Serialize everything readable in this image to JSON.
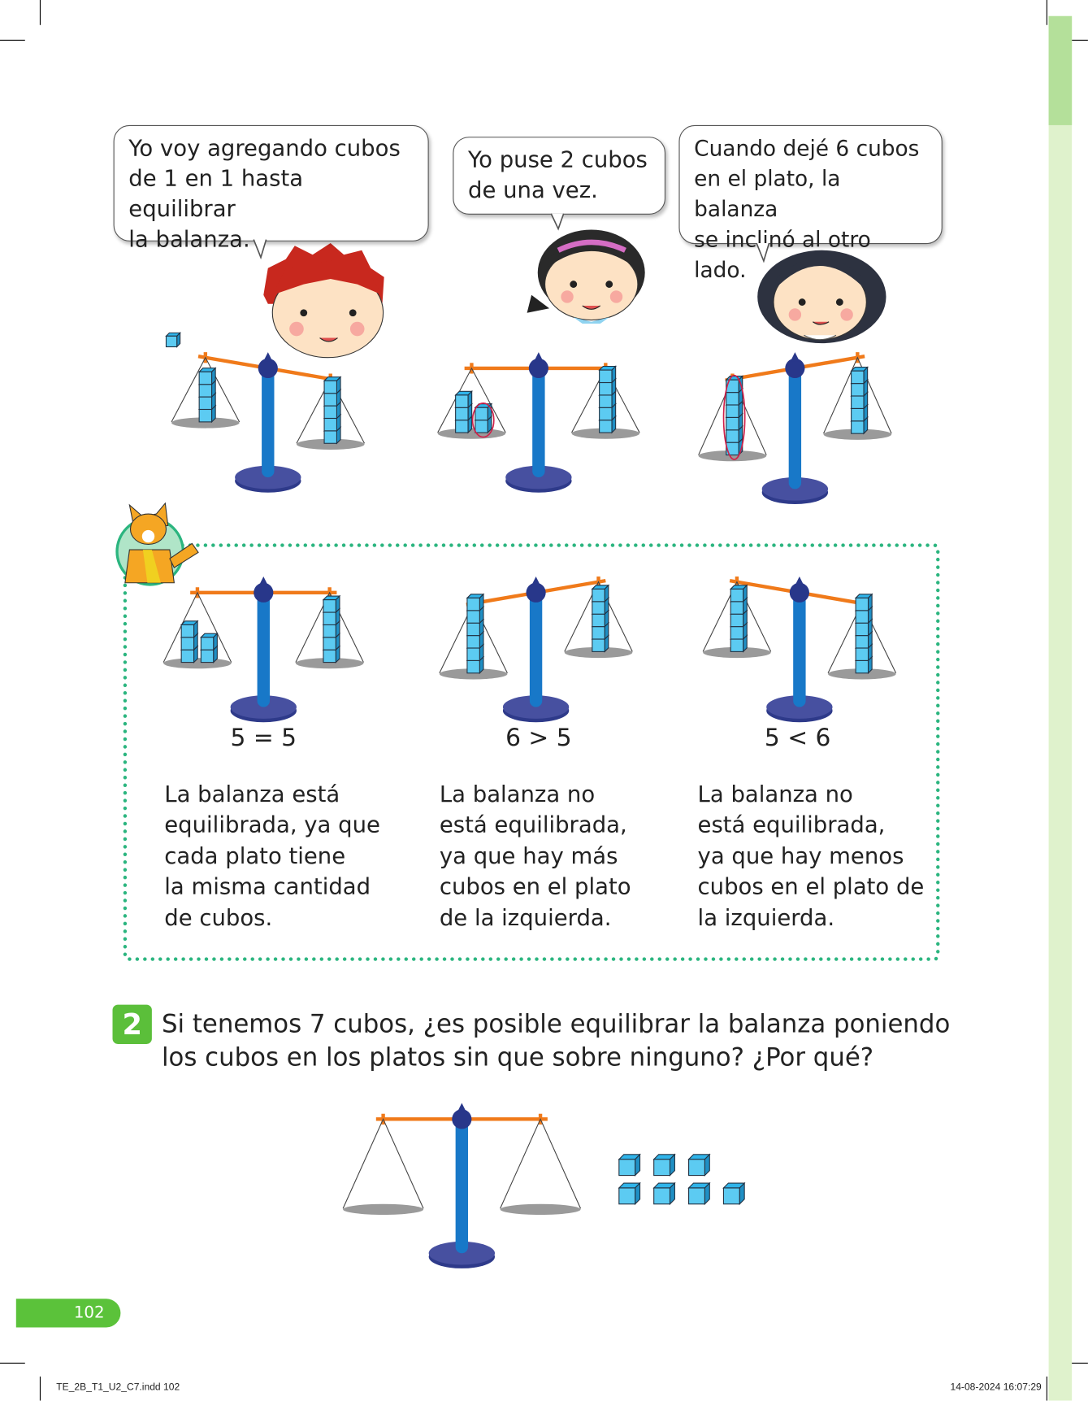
{
  "bubbles": [
    {
      "text": "Yo voy agregando cubos\nde 1 en 1 hasta equilibrar\nla balanza."
    },
    {
      "text": "Yo puse 2 cubos\nde una vez."
    },
    {
      "text": "Cuando dejé 6 cubos\nen el plato, la balanza\nse inclinó al otro lado."
    }
  ],
  "top_scales": [
    {
      "left": [
        4
      ],
      "right": [
        5
      ],
      "state": "left-high"
    },
    {
      "left": [
        3,
        2
      ],
      "right": [
        5
      ],
      "state": "level",
      "circled": "left-second-column"
    },
    {
      "left": [
        6
      ],
      "right": [
        5
      ],
      "state": "left-low",
      "circled": "left-column"
    }
  ],
  "summary": {
    "items": [
      {
        "equation": "5 = 5",
        "left": [
          3,
          2
        ],
        "right": [
          5
        ],
        "state": "level",
        "text": "La balanza está\nequilibrada, ya que\ncada plato tiene\nla misma cantidad\nde cubos."
      },
      {
        "equation": "6 > 5",
        "left": [
          6
        ],
        "right": [
          5
        ],
        "state": "left-low",
        "text": "La balanza no\nestá equilibrada,\nya que hay más\ncubos en el plato\nde la izquierda."
      },
      {
        "equation": "5 < 6",
        "left": [
          5
        ],
        "right": [
          6
        ],
        "state": "left-high",
        "text": "La balanza no\nestá equilibrada,\nya que hay menos\ncubos en el plato de\nla izquierda."
      }
    ]
  },
  "question": {
    "number": "2",
    "text": "Si tenemos 7 cubos, ¿es posible equilibrar la balanza poniendo\nlos cubos en los platos sin que sobre ninguno? ¿Por qué?",
    "loose_cubes": 7
  },
  "page_number": "102",
  "footer": {
    "file": "TE_2B_T1_U2_C7.indd   102",
    "datetime": "14-08-2024   16:07:29"
  },
  "colors": {
    "green": "#5bbf3a",
    "dots": "#2bb57f",
    "beam": "#f07a1a",
    "pillar": "#1878c8",
    "base": "#4750a0",
    "cube": "#5ccbf2"
  }
}
